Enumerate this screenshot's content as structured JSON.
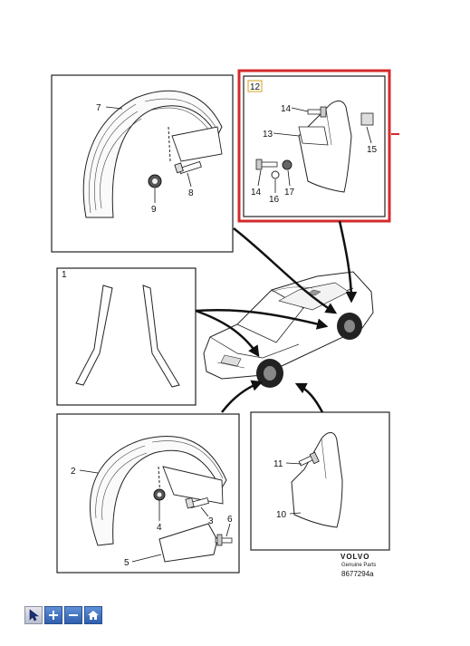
{
  "callouts": {
    "c1": "1",
    "c2": "2",
    "c3": "3",
    "c4": "4",
    "c5": "5",
    "c6": "6",
    "c7": "7",
    "c8": "8",
    "c9": "9",
    "c10": "10",
    "c11": "11",
    "c12": "12",
    "c13": "13",
    "c14a": "14",
    "c14b": "14",
    "c15": "15",
    "c16": "16",
    "c17": "17"
  },
  "logo": {
    "brand": "VOLVO",
    "tagline": "Genuine Parts"
  },
  "reference_code": "8677294a",
  "highlight_color": "#d42a2a",
  "toolbar": {
    "buttons": [
      {
        "icon": "cursor-icon"
      },
      {
        "icon": "zoom-in-icon"
      },
      {
        "icon": "zoom-out-icon"
      },
      {
        "icon": "home-icon"
      }
    ]
  }
}
